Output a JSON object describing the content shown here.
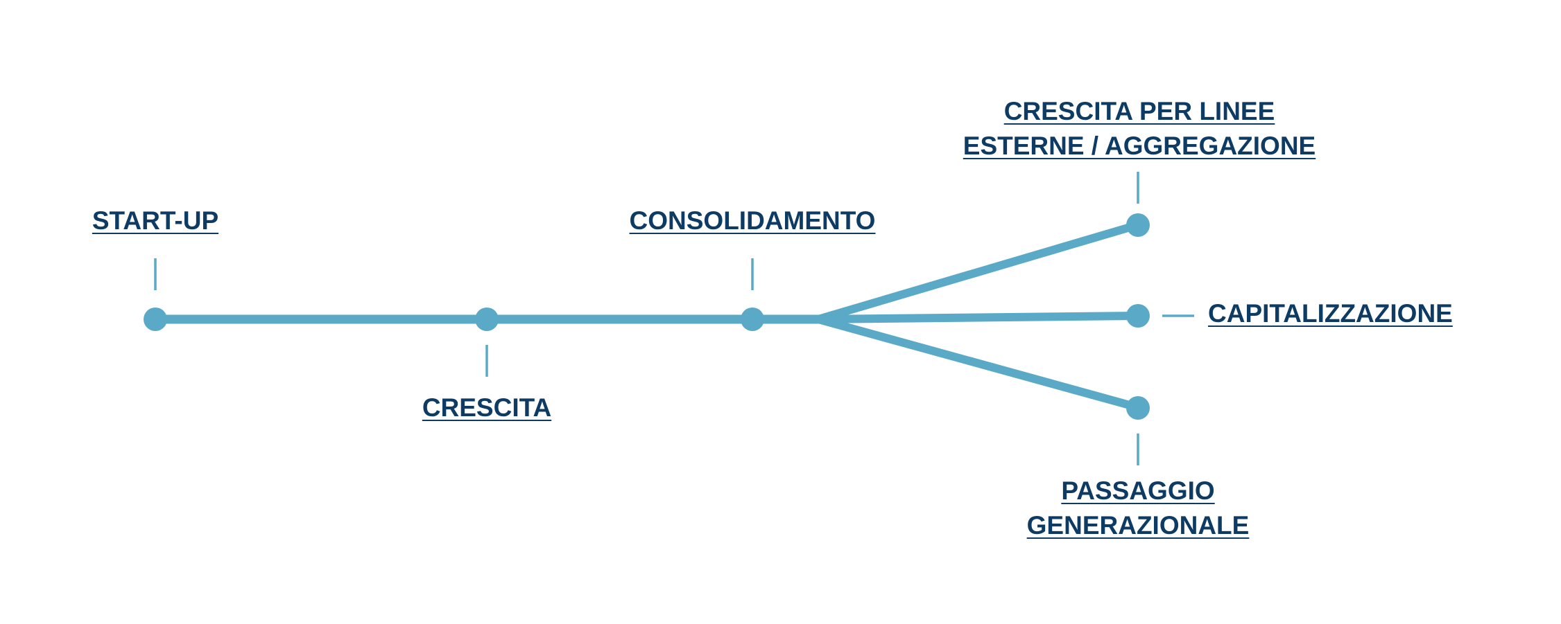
{
  "colors": {
    "line": "#5aa9c6",
    "text": "#0e3b63",
    "background": "#ffffff"
  },
  "stages": {
    "startup": "START-UP",
    "crescita": "CRESCITA",
    "consolidamento": "CONSOLIDAMENTO",
    "crescita_esterna": {
      "line1": "CRESCITA PER LINEE",
      "line2": "ESTERNE / AGGREGAZIONE"
    },
    "capitalizzazione": "CAPITALIZZAZIONE",
    "passaggio": {
      "line1": "PASSAGGIO",
      "line2": "GENERAZIONALE"
    }
  }
}
